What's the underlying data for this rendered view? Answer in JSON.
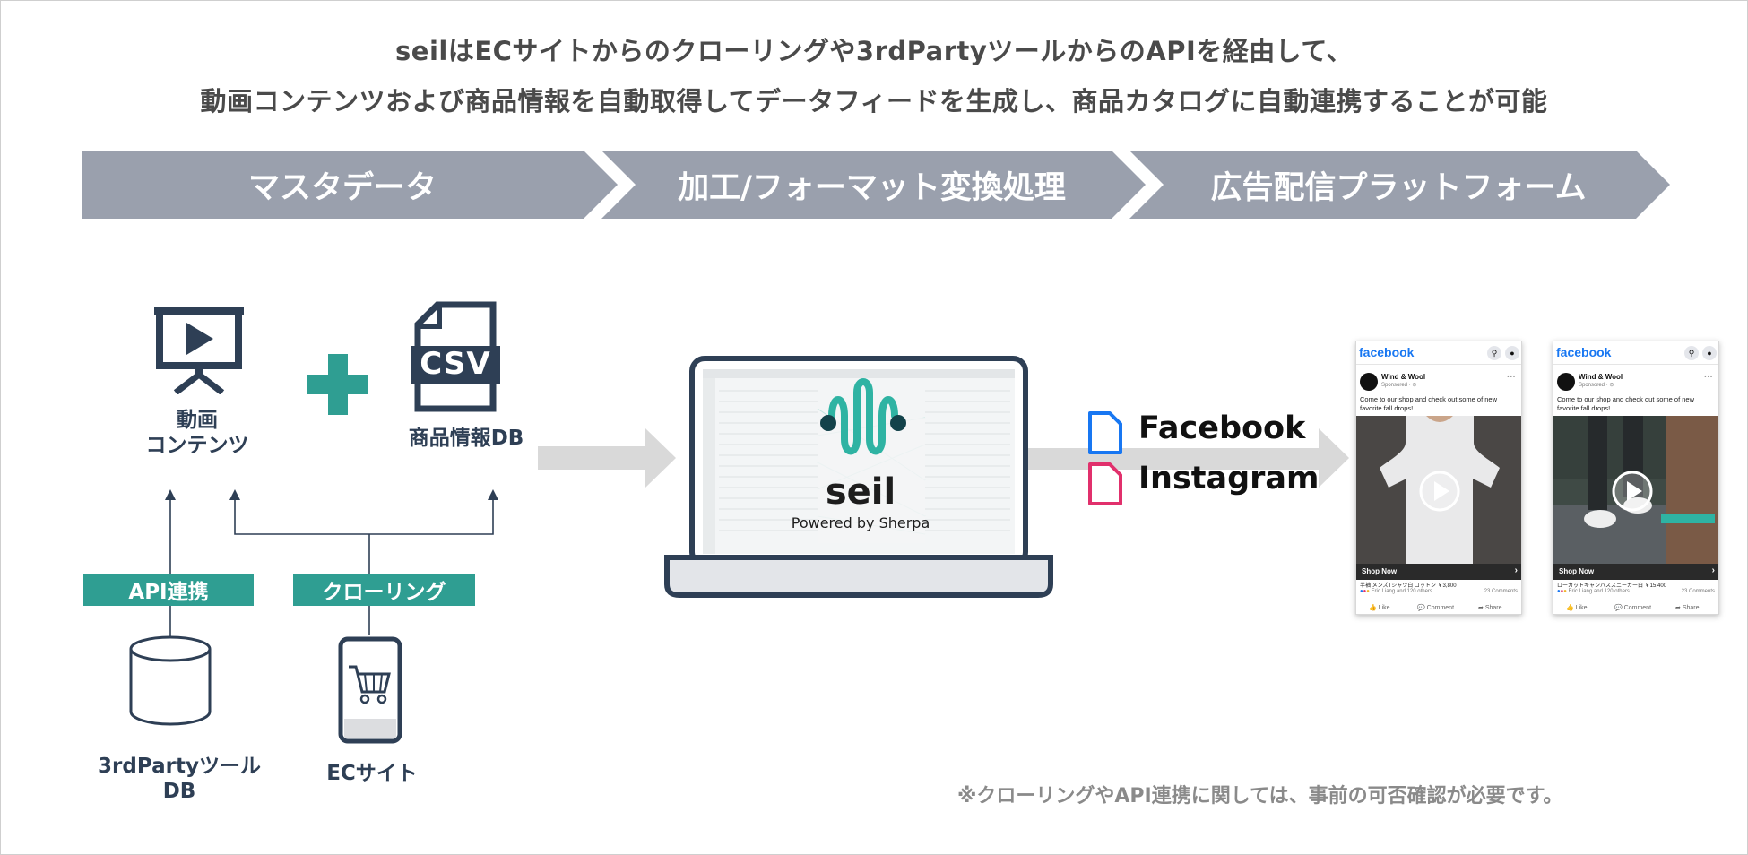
{
  "headline": {
    "line1": "seilはECサイトからのクローリングや3rdPartyツールからのAPIを経由して、",
    "line2": "動画コンテンツおよび商品情報を自動取得してデータフィードを生成し、商品カタログに自動連携することが可能"
  },
  "steps": [
    {
      "label": "マスタデータ"
    },
    {
      "label": "加工/フォーマット変換処理"
    },
    {
      "label": "広告配信プラットフォーム"
    }
  ],
  "sources": {
    "video_label_1": "動画",
    "video_label_2": "コンテンツ",
    "csv_text": "CSV",
    "product_db_label": "商品情報DB",
    "api_tag": "API連携",
    "crawl_tag": "クローリング",
    "thirdparty_label_1": "3rdPartyツール",
    "thirdparty_label_2": "DB",
    "ec_label": "ECサイト"
  },
  "seil": {
    "name": "seil",
    "powered": "Powered by Sherpa"
  },
  "platforms": [
    {
      "name": "Facebook",
      "color": "#1877f2"
    },
    {
      "name": "Instagram",
      "color": "#e1306c"
    }
  ],
  "fb_cards": [
    {
      "logo": "facebook",
      "page_name": "Wind & Wool",
      "sponsored": "Sponsored · ⊙",
      "body": "Come to our shop and check out some of new favorite fall drops!",
      "shop_now": "Shop Now",
      "product": "半袖 メンズTシャツ白 コットン ￥3,800",
      "reactions": "Eric Liang and 120 others",
      "comments": "23 Comments",
      "like": "Like",
      "comment": "Comment",
      "share": "Share"
    },
    {
      "logo": "facebook",
      "page_name": "Wind & Wool",
      "sponsored": "Sponsored · ⊙",
      "body": "Come to our shop and check out some of new favorite fall drops!",
      "shop_now": "Shop Now",
      "product": "ローカットキャンバススニーカー白 ￥15,400",
      "reactions": "Eric Liang and 120 others",
      "comments": "23 Comments",
      "like": "Like",
      "comment": "Comment",
      "share": "Share"
    }
  ],
  "note": "※クローリングやAPI連携に関しては、事前の可否確認が必要です。",
  "colors": {
    "chevron": "#9aa0ad",
    "teal": "#2f9e92",
    "navy": "#2e3f55",
    "arrow": "#d9d9d9"
  }
}
